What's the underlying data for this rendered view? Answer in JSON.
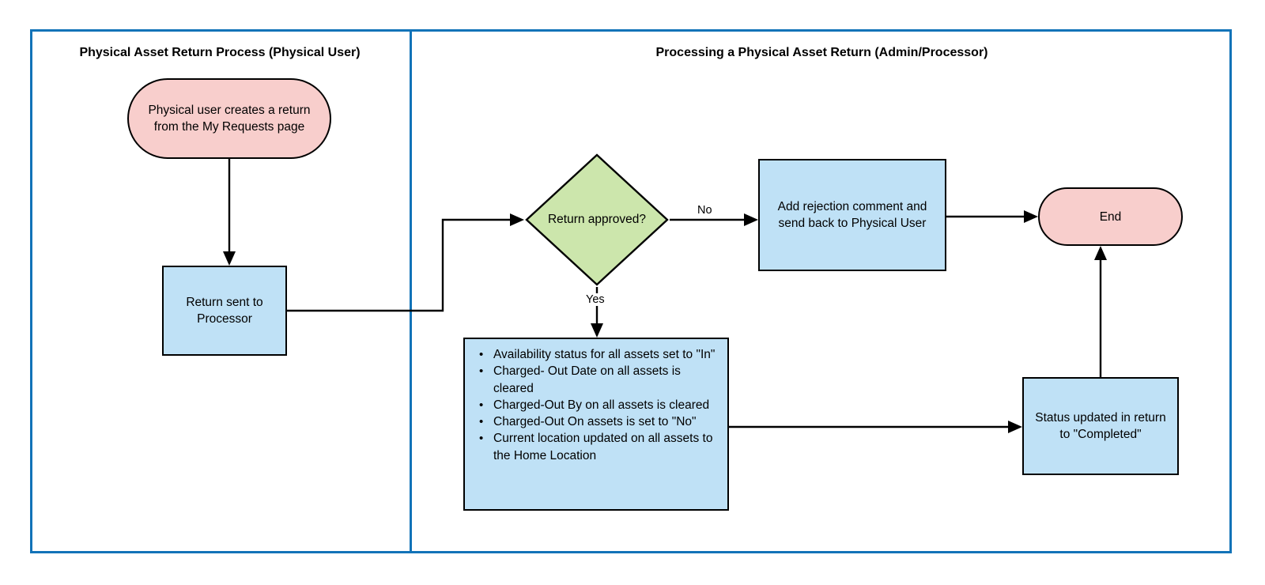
{
  "diagram": {
    "type": "flowchart",
    "title_left_lane": "Physical Asset Return Process (Physical User)",
    "title_right_lane": "Processing a Physical Asset Return (Admin/Processor)",
    "colors": {
      "lane_border": "#1273b8",
      "terminator_fill": "#f8cecc",
      "process_fill": "#bfe1f6",
      "decision_fill": "#cce6ac",
      "stroke": "#000000"
    },
    "nodes": {
      "start": {
        "label": "Physical user creates a return from the My Requests page",
        "shape": "terminator"
      },
      "return_sent": {
        "label": "Return sent to Processor",
        "shape": "process"
      },
      "decision": {
        "label": "Return approved?",
        "shape": "decision"
      },
      "reject": {
        "label": "Add rejection comment and send back to Physical User",
        "shape": "process"
      },
      "end": {
        "label": "End",
        "shape": "terminator"
      },
      "actions": {
        "shape": "process",
        "items": [
          "Availability status for all assets set to \"In\"",
          "Charged- Out Date on all assets is cleared",
          "Charged-Out By on all assets is cleared",
          "Charged-Out On assets  is set to \"No\"",
          "Current location updated on all assets to the Home Location"
        ]
      },
      "status": {
        "label": "Status updated in return to \"Completed\"",
        "shape": "process"
      }
    },
    "edge_labels": {
      "no": "No",
      "yes": "Yes"
    }
  }
}
